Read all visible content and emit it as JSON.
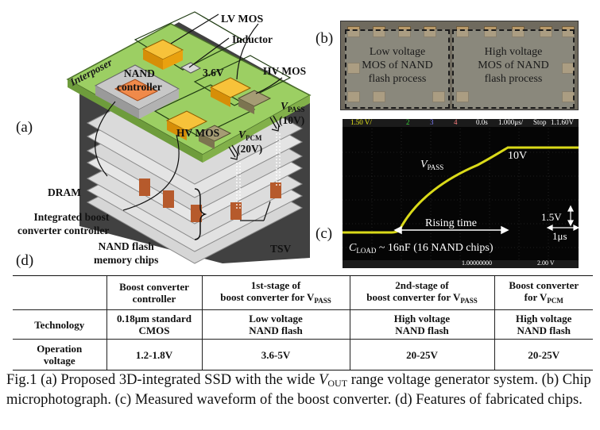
{
  "panel_labels": {
    "a": "(a)",
    "b": "(b)",
    "c": "(c)",
    "d": "(d)"
  },
  "diagram": {
    "lv_mos": "LV MOS",
    "inductor": "Inductor",
    "interposer": "Interposer",
    "voltage_36": "3.6V",
    "nand_controller_line1": "NAND",
    "nand_controller_line2": "controller",
    "hv_mos_top": "HV MOS",
    "hv_mos_left": "HV MOS",
    "v_pass_main": "V",
    "v_pass_sub": "PASS",
    "v_pass_value": "(10V)",
    "v_pcm_main": "V",
    "v_pcm_sub": "PCM",
    "v_pcm_value": "(20V)",
    "dram": "DRAM",
    "boost_line1": "Integrated boost",
    "boost_line2": "converter controller",
    "nand_chips_line1": "NAND flash",
    "nand_chips_line2": "memory chips",
    "tsv": "TSV"
  },
  "photo": {
    "left_region_line1": "Low voltage",
    "left_region_line2": "MOS of NAND",
    "left_region_line3": "flash process",
    "right_region_line1": "High voltage",
    "right_region_line2": "MOS of NAND",
    "right_region_line3": "flash process"
  },
  "scope": {
    "v_main": "V",
    "v_sub": "PASS",
    "final_value": "10V",
    "rising_time": "Rising time",
    "vdiv": "1.5V",
    "tdiv": "1μs",
    "c_main": "C",
    "c_sub": "LOAD",
    "c_rest": " ~ 16nF (16 NAND chips)",
    "top_ch1": "1.50 V/",
    "top_ch2": "2",
    "top_ch3": "3",
    "top_ch4": "4",
    "top_time": "0.0s",
    "top_tdiv": "1.000μs/",
    "top_stop": "Stop",
    "top_trig": "1.1.60V",
    "bottom_left": "",
    "bottom_mid": "1.00000000",
    "bottom_right": "2.00 V"
  },
  "table": {
    "header": [
      "",
      "Boost converter controller",
      "1st-stage of boost converter for V",
      "2nd-stage of boost converter for V",
      "Boost converter for V"
    ],
    "header_lines": {
      "c1": [
        "Boost converter",
        "controller"
      ],
      "c2": [
        "1st-stage of",
        "boost converter for V",
        "PASS"
      ],
      "c3": [
        "2nd-stage of",
        "boost converter for V",
        "PASS"
      ],
      "c4": [
        "Boost converter",
        "for V",
        "PCM"
      ]
    },
    "rows": [
      {
        "label": "Technology",
        "c1": [
          "0.18μm standard",
          "CMOS"
        ],
        "c2": [
          "Low voltage",
          "NAND flash"
        ],
        "c3": [
          "High voltage",
          "NAND flash"
        ],
        "c4": [
          "High voltage",
          "NAND flash"
        ]
      },
      {
        "label_lines": [
          "Operation",
          "voltage"
        ],
        "c1": "1.2-1.8V",
        "c2": "3.6-5V",
        "c3": "20-25V",
        "c4": "20-25V"
      }
    ]
  },
  "caption": {
    "part1": "Fig.1 (a) Proposed 3D-integrated SSD with the wide ",
    "v": "V",
    "v_sub": "OUT",
    "part2": " range voltage generator system. (b) Chip microphotograph. (c) Measured waveform of the boost converter. (d) Features of fabricated chips."
  },
  "colors": {
    "interposer_green": "#9ccf63",
    "lv_mos_orange": "#f5b11c",
    "hv_mos_olive": "#a59c74",
    "controller_orange": "#f08a4a",
    "tsv_brown": "#b65a2c",
    "scope_trace": "#e6e61a"
  }
}
